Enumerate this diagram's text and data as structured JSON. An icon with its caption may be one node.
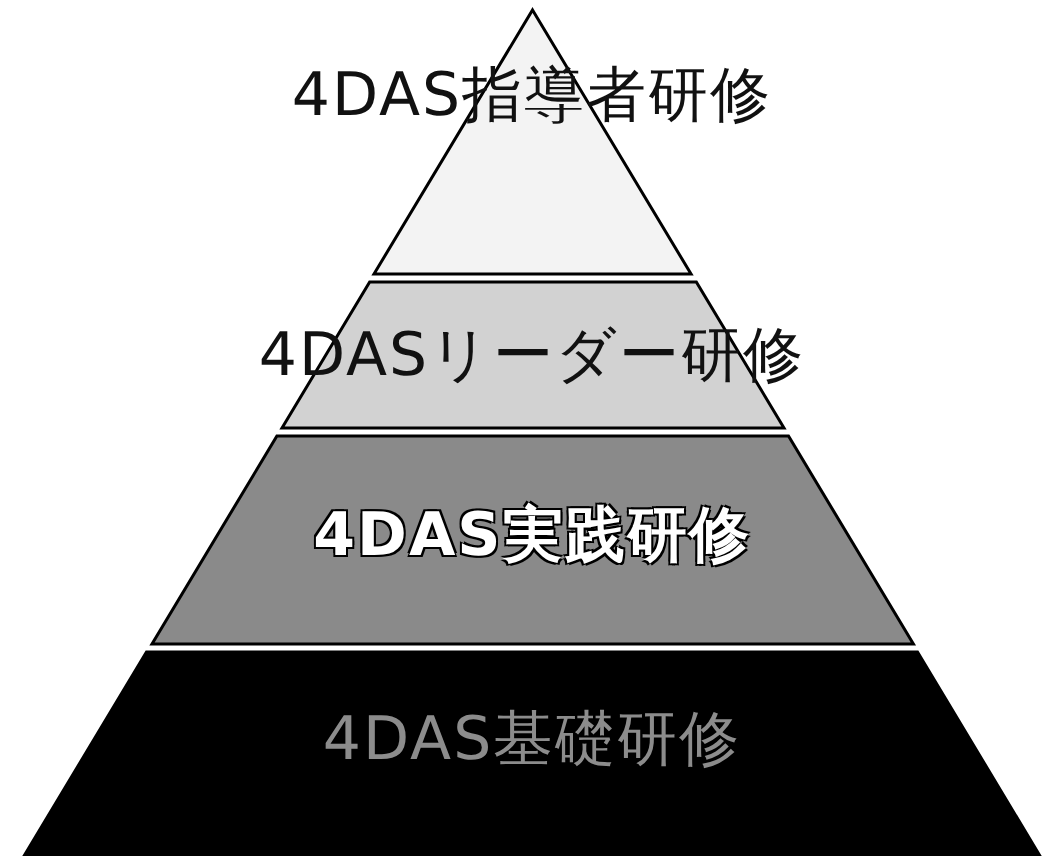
{
  "diagram": {
    "nodes": [
      {
        "text": [
          "4DAS指導者研修"
        ]
      },
      {
        "text": [
          "4DASリーダー研修"
        ]
      },
      {
        "text": [
          "4DAS実践研修"
        ]
      },
      {
        "text": [
          "4DAS基礎研修"
        ]
      }
    ]
  }
}
